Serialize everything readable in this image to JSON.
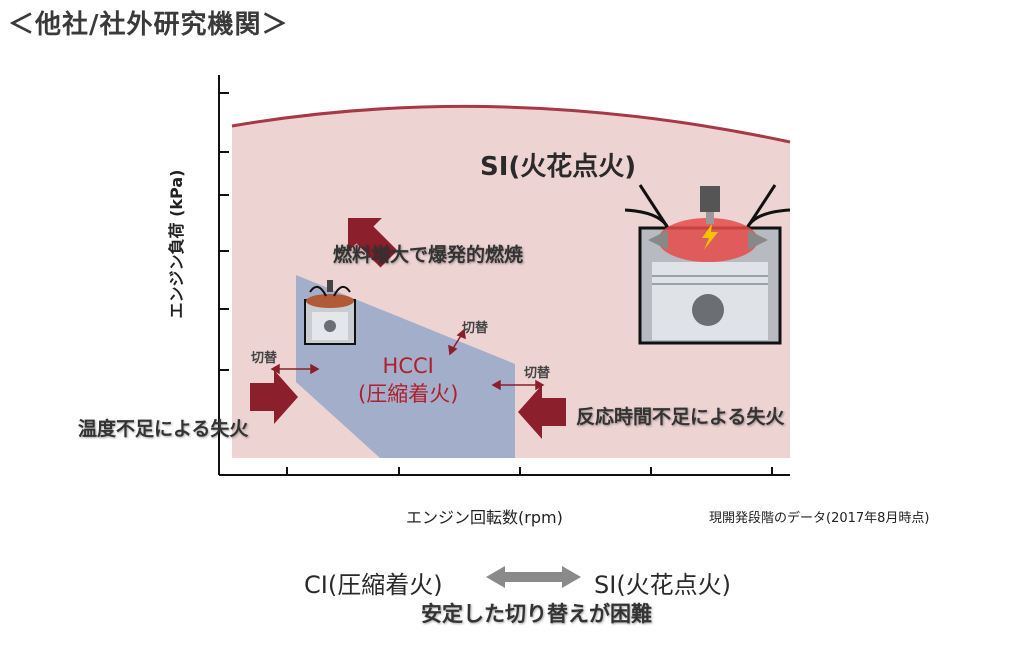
{
  "header": {
    "title": "＜他社/社外研究機関＞"
  },
  "axes": {
    "ylabel": "エンジン負荷 (kPa)",
    "xlabel": "エンジン回転数(rpm)"
  },
  "regions": {
    "si_label": "SI(火花点火)",
    "hcci_line1": "HCCI",
    "hcci_line2": "(圧縮着火)"
  },
  "annotations": {
    "fuel": "燃料増大で爆発的燃焼",
    "temp": "温度不足による失火",
    "reaction": "反応時間不足による失火",
    "switch_1": "切替",
    "switch_2": "切替",
    "switch_3": "切替"
  },
  "note": "現開発段階のデータ(2017年8月時点)",
  "bottom": {
    "ci": "CI(圧縮着火)",
    "si": "SI(火花点火)",
    "caption": "安定した切り替えが困難"
  },
  "colors": {
    "si_fill": "#eed3d3",
    "si_boundary": "#a83848",
    "hcci_fill": "#a3aecb",
    "arrow": "#8c1f2c"
  },
  "icons": [
    "piston-small-icon",
    "piston-large-icon",
    "spark-bolt-icon",
    "double-arrow-icon"
  ]
}
